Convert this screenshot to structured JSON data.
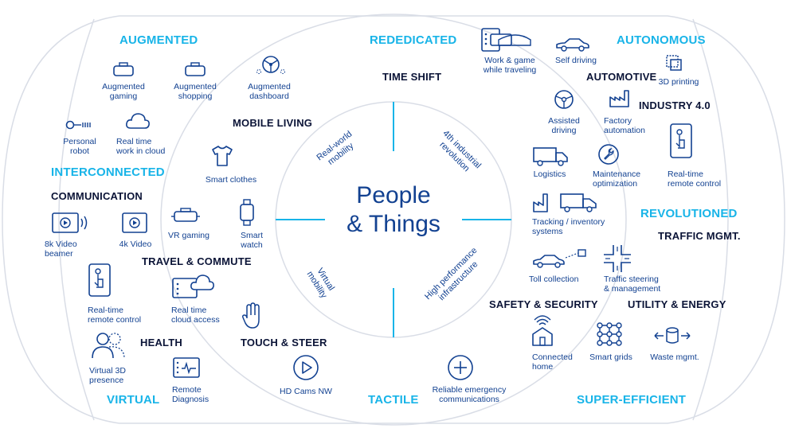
{
  "colors": {
    "navy": "#124191",
    "cyan": "#18b4e8",
    "dark": "#0b1437",
    "divider": "#d9dde6"
  },
  "center": {
    "line1": "People",
    "line2": "& Things"
  },
  "segments": {
    "top_left": "Real-world\nmobility",
    "top_right": "4th industrial\nrevolution",
    "bottom_left": "Virtual\nmobility",
    "bottom_right": "High performance\ninfrastructure"
  },
  "categories": {
    "augmented": "AUGMENTED",
    "rededicated": "REDEDICATED",
    "autonomous": "AUTONOMOUS",
    "interconnected": "INTERCONNECTED",
    "revolutioned": "REVOLUTIONED",
    "virtual": "VIRTUAL",
    "tactile": "TACTILE",
    "super_efficient": "SUPER-EFFICIENT"
  },
  "subcategories": {
    "time_shift": "TIME SHIFT",
    "mobile_living": "MOBILE LIVING",
    "automotive": "AUTOMOTIVE",
    "industry": "INDUSTRY 4.0",
    "communication": "COMMUNICATION",
    "traffic": "TRAFFIC MGMT.",
    "travel": "TRAVEL & COMMUTE",
    "safety": "SAFETY & SECURITY",
    "utility": "UTILITY & ENERGY",
    "health": "HEALTH",
    "touch": "TOUCH & STEER"
  },
  "items": {
    "aug_gaming": "Augmented\ngaming",
    "aug_shopping": "Augmented\nshopping",
    "aug_dashboard": "Augmented\ndashboard",
    "personal_robot": "Personal\nrobot",
    "cloud_work": "Real time\nwork in cloud",
    "smart_clothes": "Smart clothes",
    "work_game": "Work & game\nwhile traveling",
    "self_driving": "Self driving",
    "printing": "3D printing",
    "assisted_driving": "Assisted\ndriving",
    "factory": "Factory\nautomation",
    "logistics": "Logistics",
    "maintenance": "Maintenance\noptimization",
    "remote_control_r": "Real-time\nremote control",
    "tracking": "Tracking / inventory\nsystems",
    "video8k": "8k Video\nbeamer",
    "video4k": "4k Video",
    "vr_gaming": "VR gaming",
    "smart_watch": "Smart\nwatch",
    "remote_control_l": "Real-time\nremote control",
    "cloud_access": "Real time\ncloud access",
    "toll": "Toll collection",
    "traffic_steering": "Traffic steering\n& management",
    "virtual_presence": "Virtual 3D\npresence",
    "remote_diagnosis": "Remote\nDiagnosis",
    "hd_cams": "HD Cams NW",
    "emergency": "Reliable emergency\ncommunications",
    "connected_home": "Connected\nhome",
    "smart_grids": "Smart grids",
    "waste": "Waste mgmt."
  }
}
